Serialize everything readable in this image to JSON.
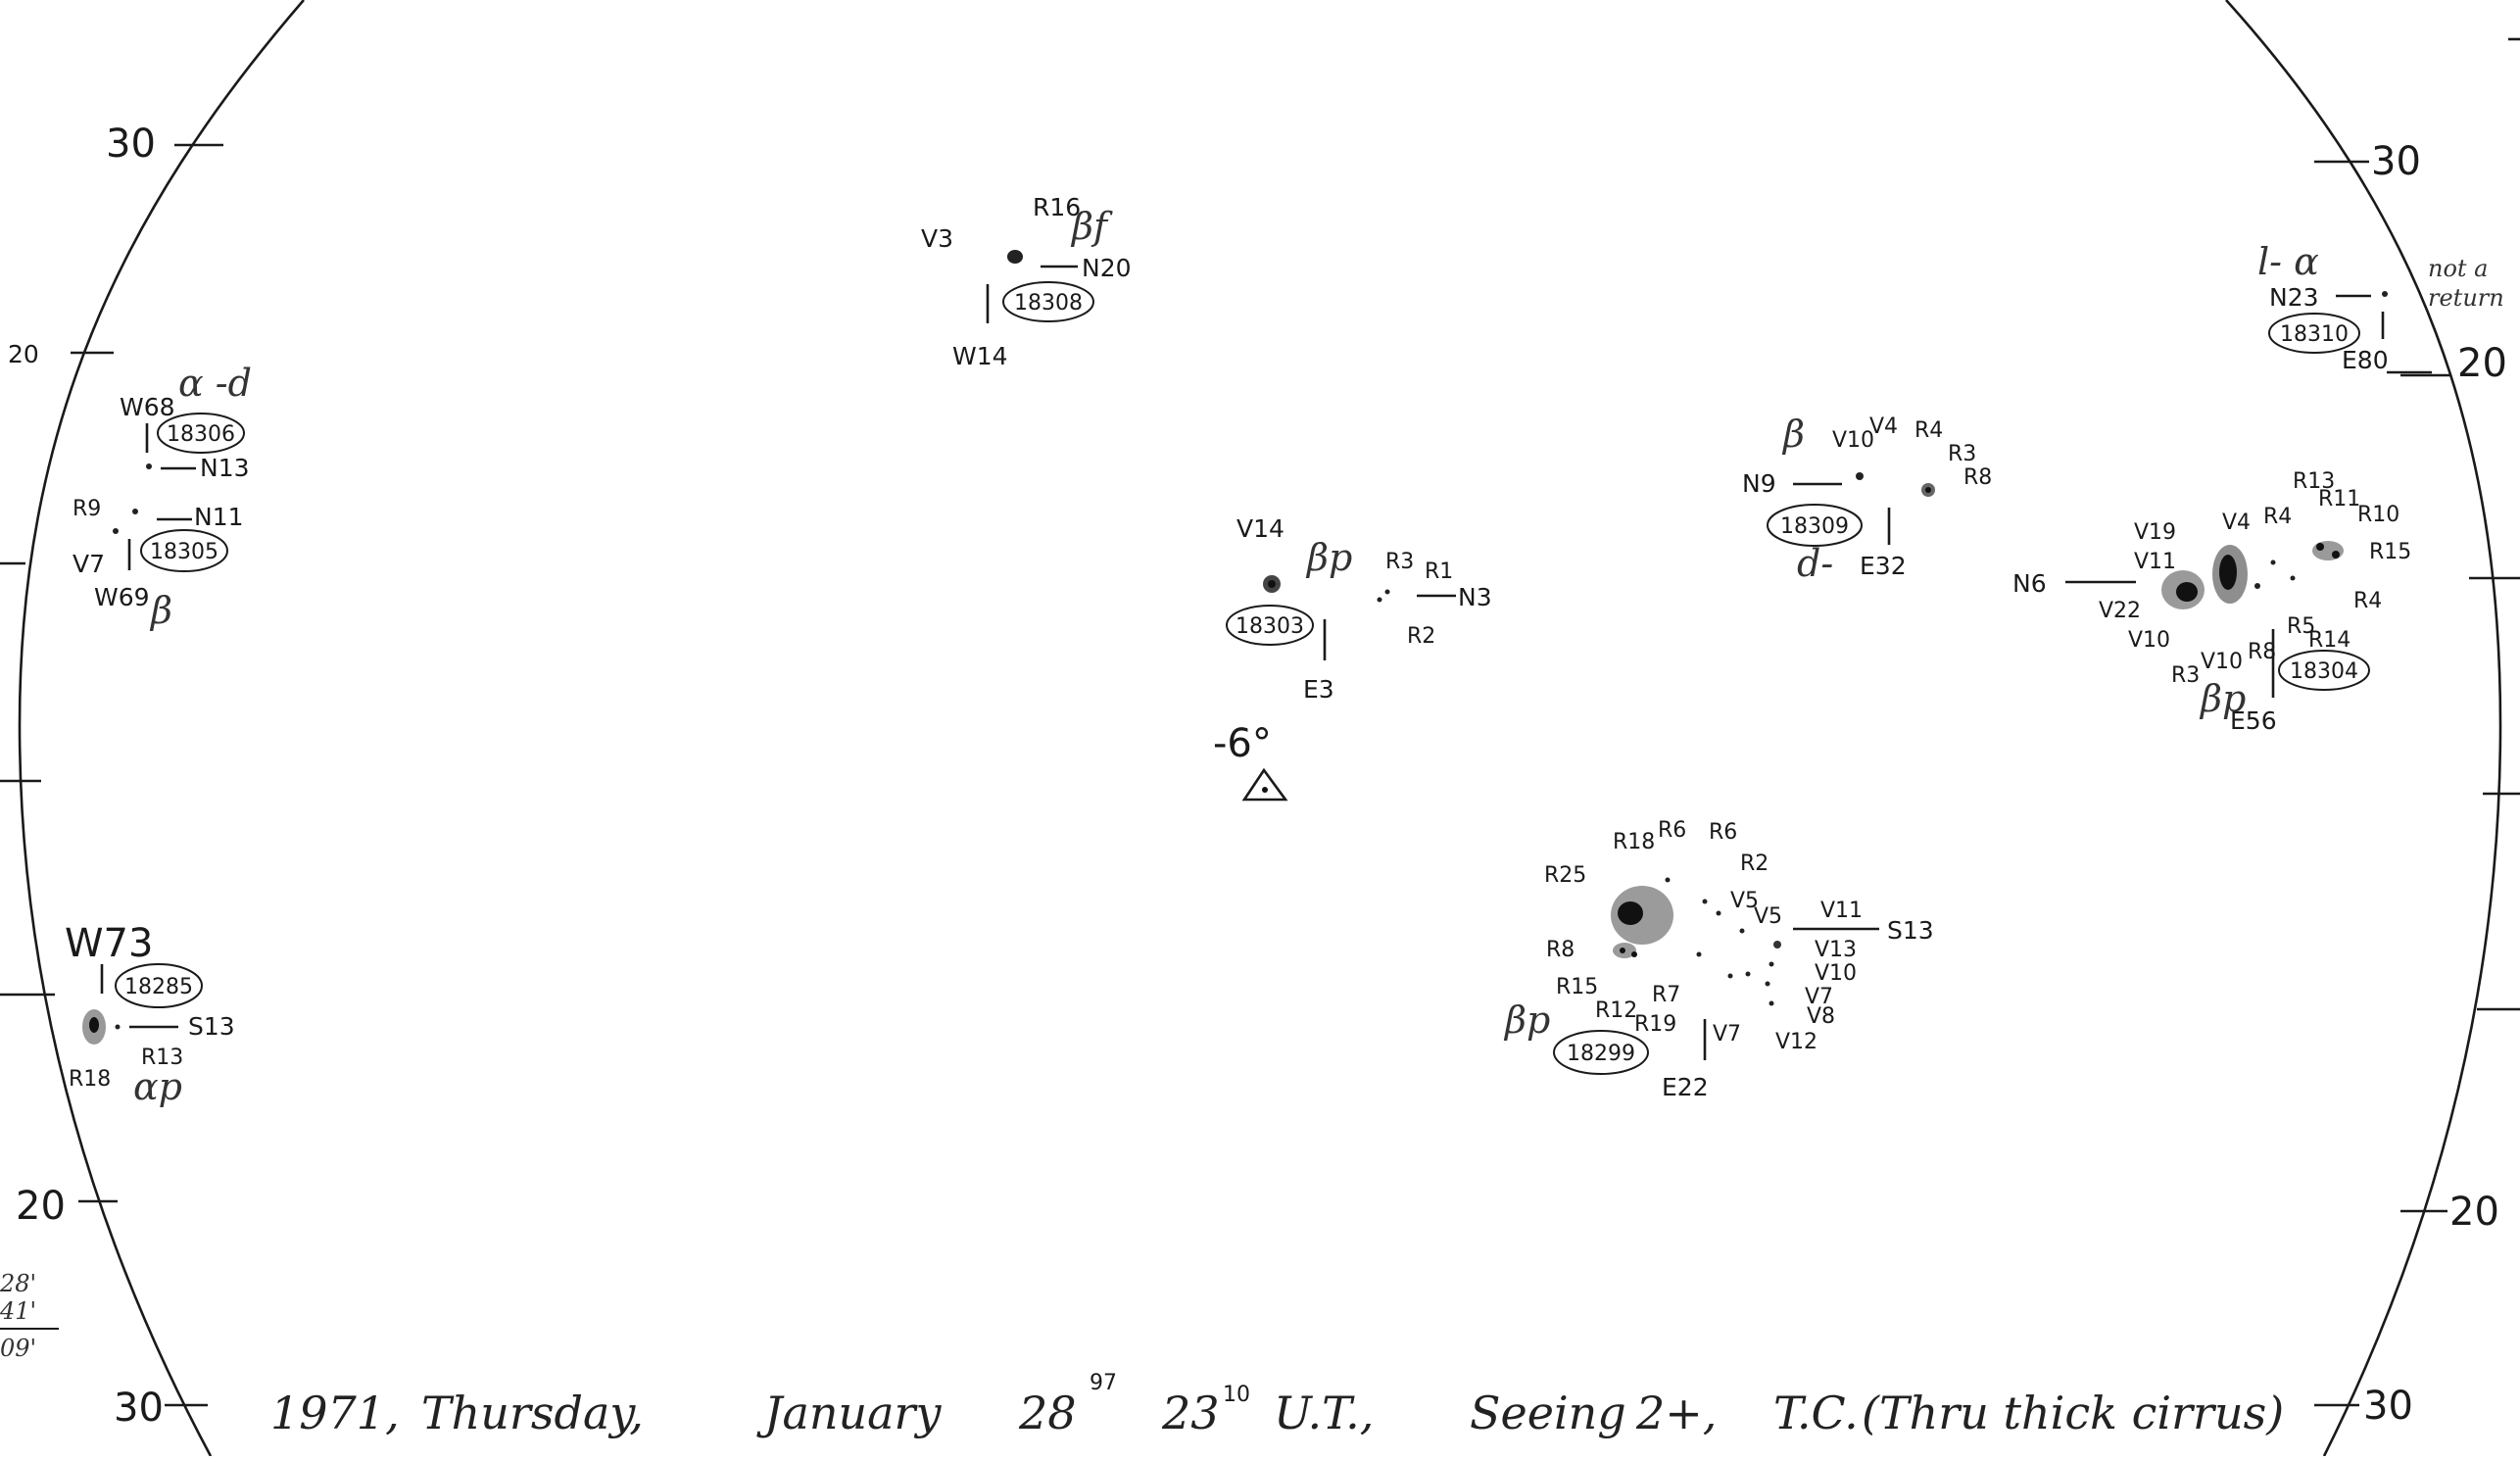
{
  "limb_scale": {
    "left": [
      "30",
      "20",
      "20",
      "30"
    ],
    "right": [
      "30",
      "20",
      "20",
      "30"
    ]
  },
  "margin_notes": {
    "left": [
      "28'",
      "41'",
      "09'"
    ],
    "right": [
      "not a",
      "return"
    ]
  },
  "center": {
    "latitude": "-6°",
    "symbol": "sun-center-triangle-icon"
  },
  "groups": {
    "g18308": {
      "number": "18308",
      "class": "βf",
      "lon": "W14",
      "lat": "N20",
      "spots": [
        "V3",
        "R16"
      ]
    },
    "g18306": {
      "number": "18306",
      "class": "α -d",
      "lon": "W68",
      "lat": "N13"
    },
    "g18305": {
      "number": "18305",
      "class": "β",
      "lon": "W69",
      "lat": "N11",
      "spots": [
        "R9",
        "V7"
      ]
    },
    "g18303": {
      "number": "18303",
      "class": "βp",
      "lon": "E3",
      "lat": "N3",
      "spots": [
        "V14",
        "R3",
        "R1",
        "R2"
      ]
    },
    "g18309": {
      "number": "18309",
      "class": "β",
      "class2": "d-",
      "lon": "E32",
      "lat": "N9",
      "spots": [
        "V10",
        "V4",
        "R4",
        "R3",
        "R8"
      ]
    },
    "g18310": {
      "number": "18310",
      "class": "l- α",
      "lon": "E80",
      "lat": "N23"
    },
    "g18304": {
      "number": "18304",
      "class": "βp",
      "lon": "E56",
      "lat": "N6",
      "spots": [
        "V19",
        "V11",
        "V22",
        "V10",
        "R3",
        "V10",
        "R8",
        "V4",
        "R4",
        "R13",
        "R11",
        "R10",
        "R15",
        "R4",
        "R5",
        "R14"
      ]
    },
    "g18285": {
      "number": "18285",
      "class": "αp",
      "lon": "W73",
      "lat": "S13",
      "spots": [
        "R13",
        "R18"
      ]
    },
    "g18299": {
      "number": "18299",
      "class": "βp",
      "lon": "E22",
      "lat": "S13",
      "spots": [
        "R18",
        "R6",
        "R6",
        "R25",
        "R2",
        "V5",
        "V5",
        "V11",
        "V13",
        "V10",
        "V7",
        "V8",
        "V12",
        "V7",
        "R8",
        "R15",
        "R12",
        "R19",
        "R7"
      ]
    }
  },
  "footer": {
    "year": "1971,",
    "weekday": "Thursday,",
    "month": "January",
    "day": "28",
    "day_frac": "97",
    "time_h": "23",
    "time_m": "10",
    "ut": "U.T.,",
    "seeing_label": "Seeing",
    "seeing_value": "2+,",
    "tc": "T.C.",
    "tc_note": "(Thru thick cirrus)"
  }
}
